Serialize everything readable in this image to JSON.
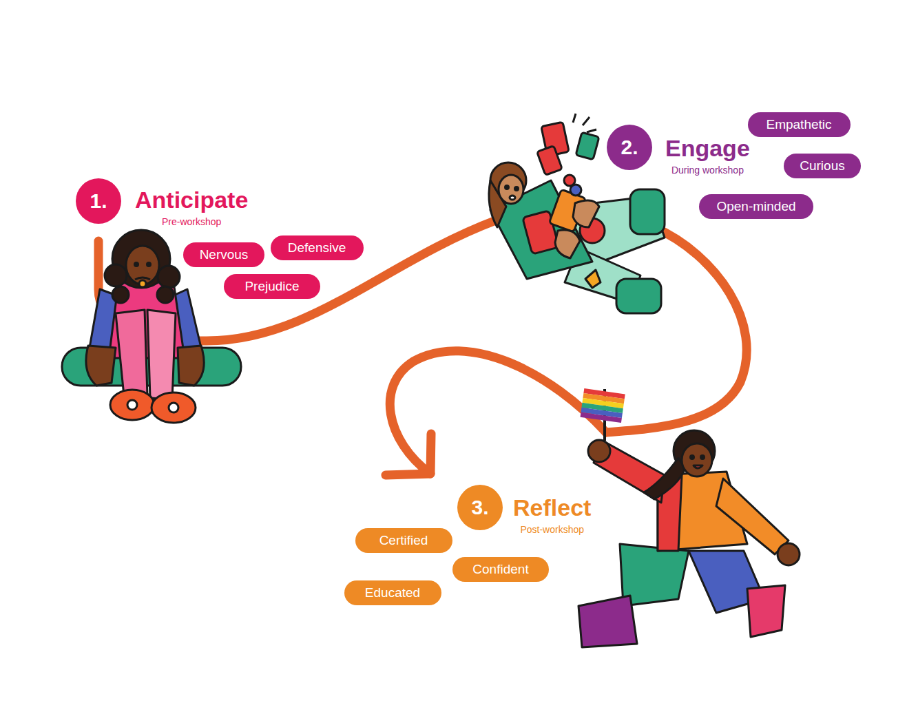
{
  "diagram": {
    "nodes": [
      {
        "text": [
          "1.",
          "Anticipate",
          "Pre-workshop"
        ]
      },
      {
        "text": [
          "Nervous"
        ]
      },
      {
        "text": [
          "Defensive"
        ]
      },
      {
        "text": [
          "Prejudice"
        ]
      },
      {
        "text": [
          "2.",
          "Engage",
          "During workshop"
        ]
      },
      {
        "text": [
          "Empathetic"
        ]
      },
      {
        "text": [
          "Curious"
        ]
      },
      {
        "text": [
          "Open-minded"
        ]
      },
      {
        "text": [
          "3.",
          "Reflect",
          "Post-workshop"
        ]
      },
      {
        "text": [
          "Certified"
        ]
      },
      {
        "text": [
          "Confident"
        ]
      },
      {
        "text": [
          "Educated"
        ]
      }
    ]
  }
}
